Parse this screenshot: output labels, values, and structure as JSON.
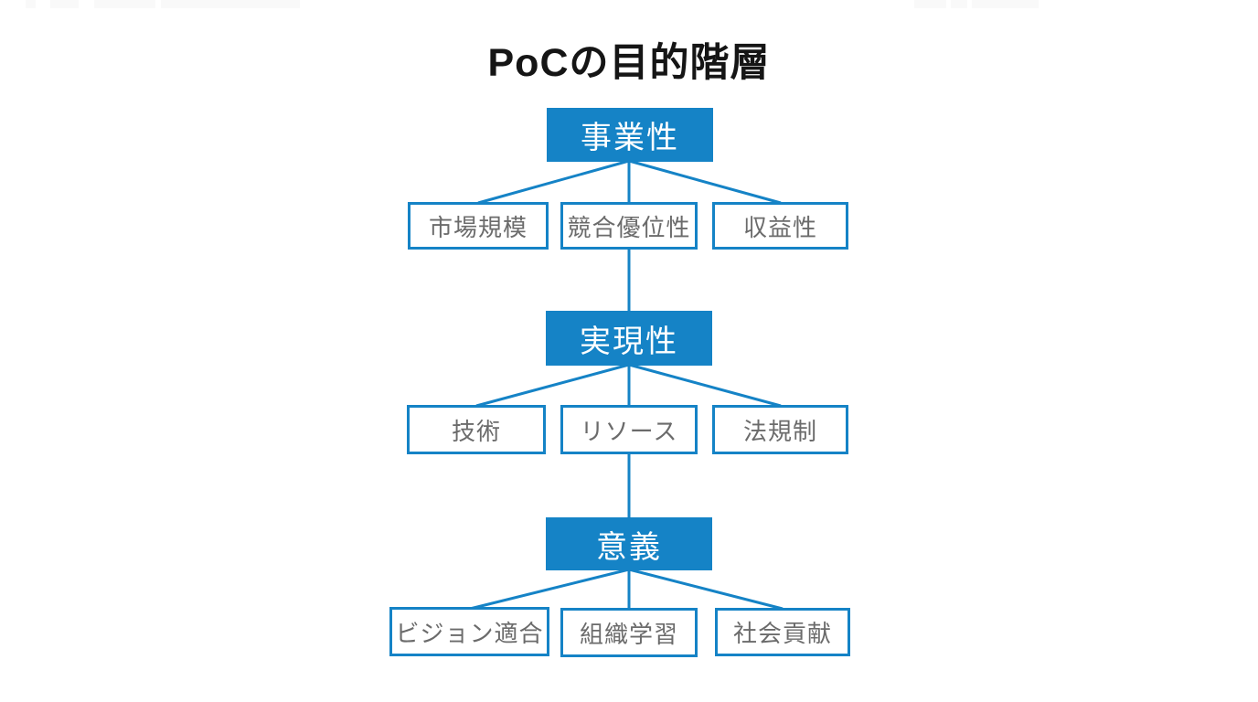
{
  "title": "PoCの目的階層",
  "colors": {
    "accent": "#1583C6",
    "parent_text": "#FFFFFF",
    "child_text": "#6B6B6B",
    "title_text": "#151515",
    "background": "#FFFFFF"
  },
  "tree": {
    "levels": [
      {
        "parent": "事業性",
        "children": [
          "市場規模",
          "競合優位性",
          "収益性"
        ]
      },
      {
        "parent": "実現性",
        "children": [
          "技術",
          "リソース",
          "法規制"
        ]
      },
      {
        "parent": "意義",
        "children": [
          "ビジョン適合",
          "組織学習",
          "社会貢献"
        ]
      }
    ]
  }
}
